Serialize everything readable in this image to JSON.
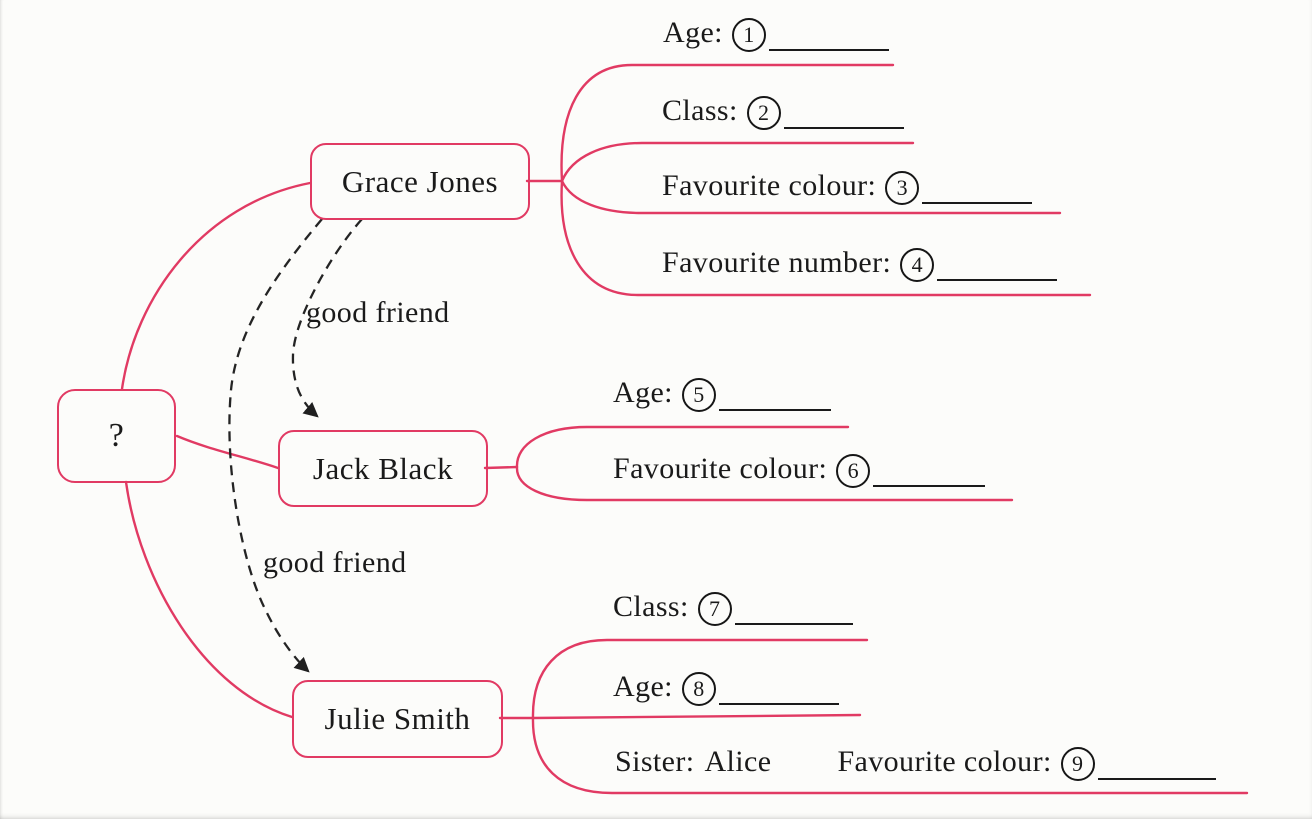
{
  "colors": {
    "accent": "#e13a63",
    "ink": "#1a1a1a",
    "paper": "#fcfcfa"
  },
  "root": {
    "label": "?"
  },
  "nodes": {
    "grace": {
      "name": "Grace Jones"
    },
    "jack": {
      "name": "Jack Black"
    },
    "julie": {
      "name": "Julie Smith"
    }
  },
  "relations": {
    "grace_jack": {
      "label": "good friend",
      "from": "Grace Jones",
      "to": "Jack Black"
    },
    "grace_julie": {
      "label": "good friend",
      "from": "Grace Jones",
      "to": "Julie Smith"
    }
  },
  "branches": {
    "grace": [
      {
        "label": "Age:",
        "num": "1"
      },
      {
        "label": "Class:",
        "num": "2"
      },
      {
        "label": "Favourite colour:",
        "num": "3"
      },
      {
        "label": "Favourite number:",
        "num": "4"
      }
    ],
    "jack": [
      {
        "label": "Age:",
        "num": "5"
      },
      {
        "label": "Favourite colour:",
        "num": "6"
      }
    ],
    "julie": [
      {
        "label": "Class:",
        "num": "7"
      },
      {
        "label": "Age:",
        "num": "8"
      },
      {
        "label": "Sister:",
        "value": "Alice"
      },
      {
        "label": "Favourite colour:",
        "num": "9"
      }
    ]
  }
}
